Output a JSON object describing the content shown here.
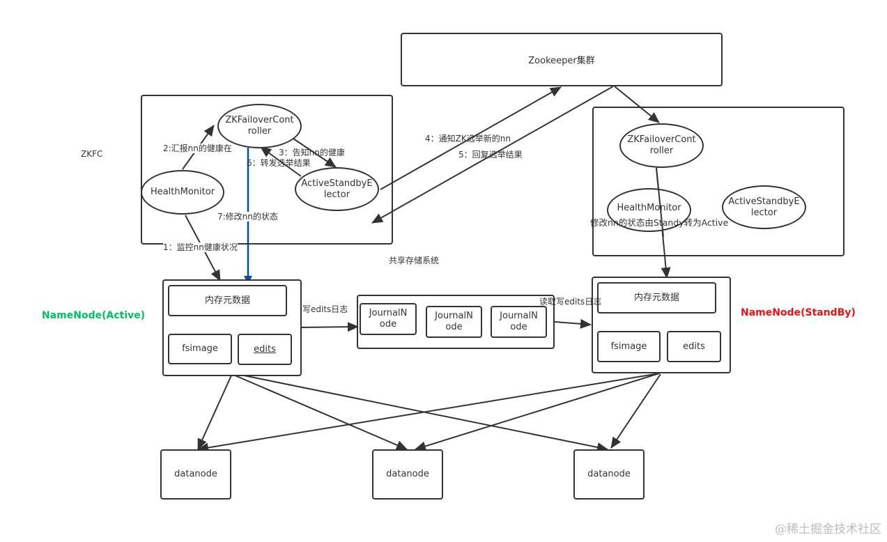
{
  "diagram": {
    "zookeeper": {
      "label": "Zookeeper集群"
    },
    "zkfc_label": "ZKFC",
    "active_zkfc": {
      "zkfailover": "ZKFailoverCont\nroller",
      "health_monitor": "HealthMonitor",
      "elector": "ActiveStandbyE\nlector"
    },
    "standby_zkfc": {
      "zkfailover": "ZKFailoverCont\nroller",
      "health_monitor": "HealthMonitor",
      "elector": "ActiveStandbyE\nlector"
    },
    "edges": {
      "step1": "1：监控nn健康状况",
      "step2": "2:汇报nn的健康在",
      "step3": "3：告知nn的健康",
      "step4": "4：通知ZK选举新的nn",
      "step5": "5：回复选举结果",
      "step6": "6：转发选举结果",
      "step7": "7:修改nn的状态",
      "standby_change": "修改nn的状态由Standy转为Active",
      "write_edits": "写edits日志",
      "read_edits": "读取写edits日志"
    },
    "shared_storage": {
      "label": "共享存储系统",
      "journal_nodes": [
        "JournalN\node",
        "JournalN\node",
        "JournalN\node"
      ]
    },
    "namenode_active": {
      "label": "NameNode(Active)",
      "color": "#00c060",
      "memory": "内存元数据",
      "fsimage": "fsimage",
      "edits": "edits"
    },
    "namenode_standby": {
      "label": "NameNode(StandBy)",
      "color": "#ee1111",
      "memory": "内存元数据",
      "fsimage": "fsimage",
      "edits": "edits"
    },
    "datanodes": [
      "datanode",
      "datanode",
      "datanode"
    ],
    "highlight_color": "#0050a0"
  },
  "watermark": "@稀土掘金技术社区"
}
